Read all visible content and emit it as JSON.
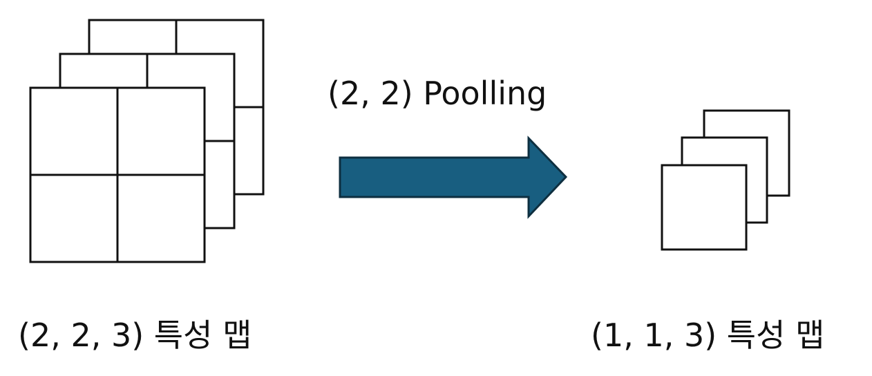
{
  "labels": {
    "pooling": "(2, 2) Poolling",
    "input_map": "(2, 2, 3) 특성 맵",
    "output_map": "(1, 1, 3) 특성 맵"
  },
  "colors": {
    "arrow_fill": "#185e80",
    "arrow_stroke": "#0e2f40",
    "stroke": "#111111",
    "background": "#ffffff"
  },
  "input_feature_map": {
    "rows": 2,
    "cols": 2,
    "channels": 3
  },
  "output_feature_map": {
    "rows": 1,
    "cols": 1,
    "channels": 3
  }
}
